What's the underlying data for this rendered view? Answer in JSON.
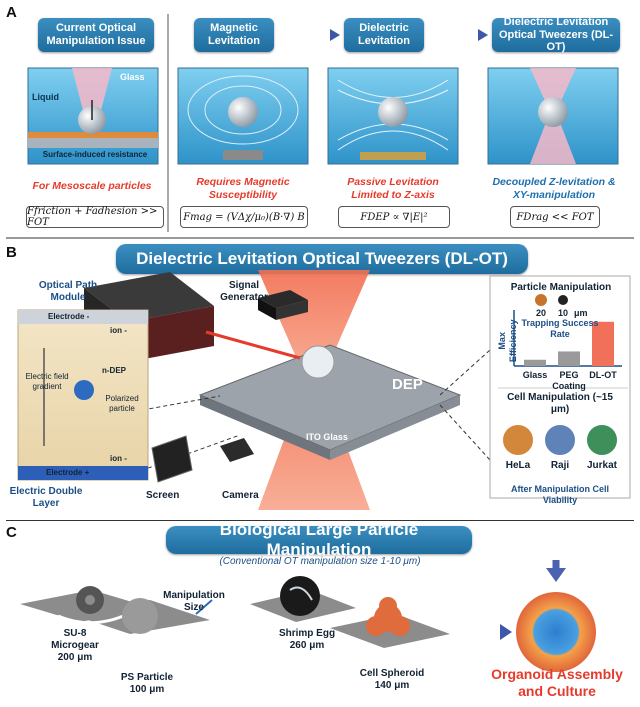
{
  "panel_a": {
    "letter": "A",
    "titles": {
      "issue": "Current Optical Manipulation Issue",
      "magnetic": "Magnetic Levitation",
      "dielectric": "Dielectric Levitation",
      "dlot": "Dielectric Levitation Optical Tweezers (DL-OT)"
    },
    "scene1_labels": {
      "glass": "Glass",
      "liquid": "Liquid",
      "resistance": "Surface-induced resistance"
    },
    "captions": {
      "issue": "For Mesoscale particles",
      "magnetic": "Requires Magnetic Susceptibility",
      "dielectric": "Passive Levitation Limited to Z-axis",
      "dlot": "Decoupled Z-levitation & XY-manipulation"
    },
    "formulas": {
      "issue": "Ffriction + Fadhesion >> FOT",
      "magnetic": "Fmag = (VΔχ/μ₀)(B·∇) B",
      "dielectric": "FDEP ∝ ∇|E|²",
      "dlot": "FDrag << FOT"
    }
  },
  "panel_b": {
    "letter": "B",
    "title": "Dielectric Levitation Optical Tweezers (DL-OT)",
    "labels": {
      "optical_path": "Optical Path Module",
      "signal_gen": "Signal Generator",
      "dep": "DEP",
      "ito": "ITO Glass",
      "screen": "Screen",
      "camera": "Camera",
      "electrode_top": "Electrode -",
      "ion_top": "ion -",
      "field": "Electric field gradient",
      "ndep": "n-DEP",
      "polarized": "Polarized particle",
      "electrode_bottom": "Electrode +",
      "ion_bottom": "ion -",
      "edl": "Electric Double Layer"
    },
    "particle_manipulation": {
      "title": "Particle Manipulation",
      "sizes": [
        "20",
        "10",
        "μm"
      ],
      "rate_label": "Trapping Success Rate",
      "ylabel": "Max Efficiency",
      "categories": [
        "Glass",
        "PEG Coating",
        "DL-OT"
      ],
      "values": [
        0.12,
        0.28,
        0.85
      ],
      "colors": [
        "#9a9a9a",
        "#9a9a9a",
        "#f0705a"
      ]
    },
    "cell_manipulation": {
      "title": "Cell Manipulation (~15 μm)",
      "cells": [
        "HeLa",
        "Raji",
        "Jurkat"
      ],
      "cell_colors": [
        "#d2873a",
        "#5f83b8",
        "#3f8f5a"
      ],
      "footer": "After Manipulation Cell Viability"
    }
  },
  "panel_c": {
    "letter": "C",
    "title": "Biological Large Particle Manipulation",
    "subtitle": "(Conventional OT manipulation size 1-10 μm)",
    "size_label": "Manipulation Size",
    "items": [
      {
        "name": "SU-8 Microgear",
        "size": "200 μm"
      },
      {
        "name": "PS Particle",
        "size": "100 μm"
      },
      {
        "name": "Shrimp Egg",
        "size": "260 μm"
      },
      {
        "name": "Cell Spheroid",
        "size": "140 μm"
      }
    ],
    "organoid": "Organoid Assembly and Culture"
  }
}
